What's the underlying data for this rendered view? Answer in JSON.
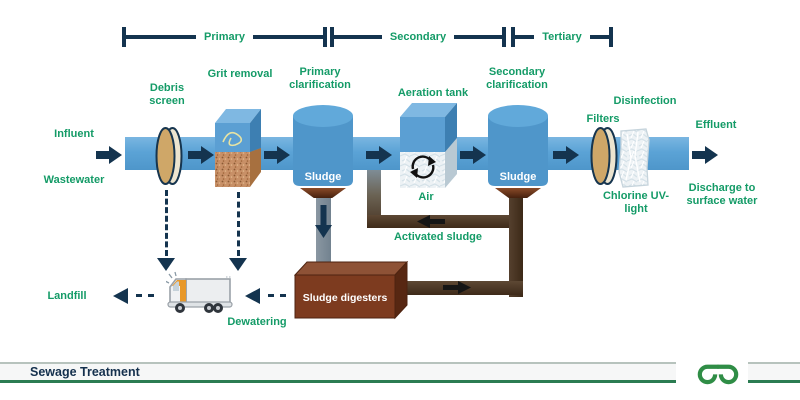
{
  "stages": [
    {
      "label": "Primary"
    },
    {
      "label": "Secondary"
    },
    {
      "label": "Tertiary"
    }
  ],
  "labels": {
    "influent": "Influent",
    "wastewater": "Wastewater",
    "debris_screen": "Debris screen",
    "grit_removal": "Grit removal",
    "primary_clarification": "Primary clarification",
    "aeration_tank": "Aeration tank",
    "air": "Air",
    "secondary_clarification": "Secondary clarification",
    "filters": "Filters",
    "disinfection": "Disinfection",
    "chlorine_uv": "Chlorine UV-light",
    "effluent": "Effluent",
    "discharge": "Discharge to surface water",
    "sludge": "Sludge",
    "activated_sludge": "Activated sludge",
    "sludge_digesters": "Sludge digesters",
    "dewatering": "Dewatering",
    "landfill": "Landfill"
  },
  "footer": {
    "title": "Sewage Treatment",
    "logo": "geeksforgeeks-logo"
  },
  "colors": {
    "label_green": "#149b67",
    "navy": "#14344f",
    "pipe_blue": "#5ba3d6",
    "tank_blue": "#4f96ca",
    "sand": "#c89067",
    "digester_brown": "#7d3b1f",
    "sludge_pipe_brown": "#46301f",
    "logo_green": "#2f8d46"
  }
}
